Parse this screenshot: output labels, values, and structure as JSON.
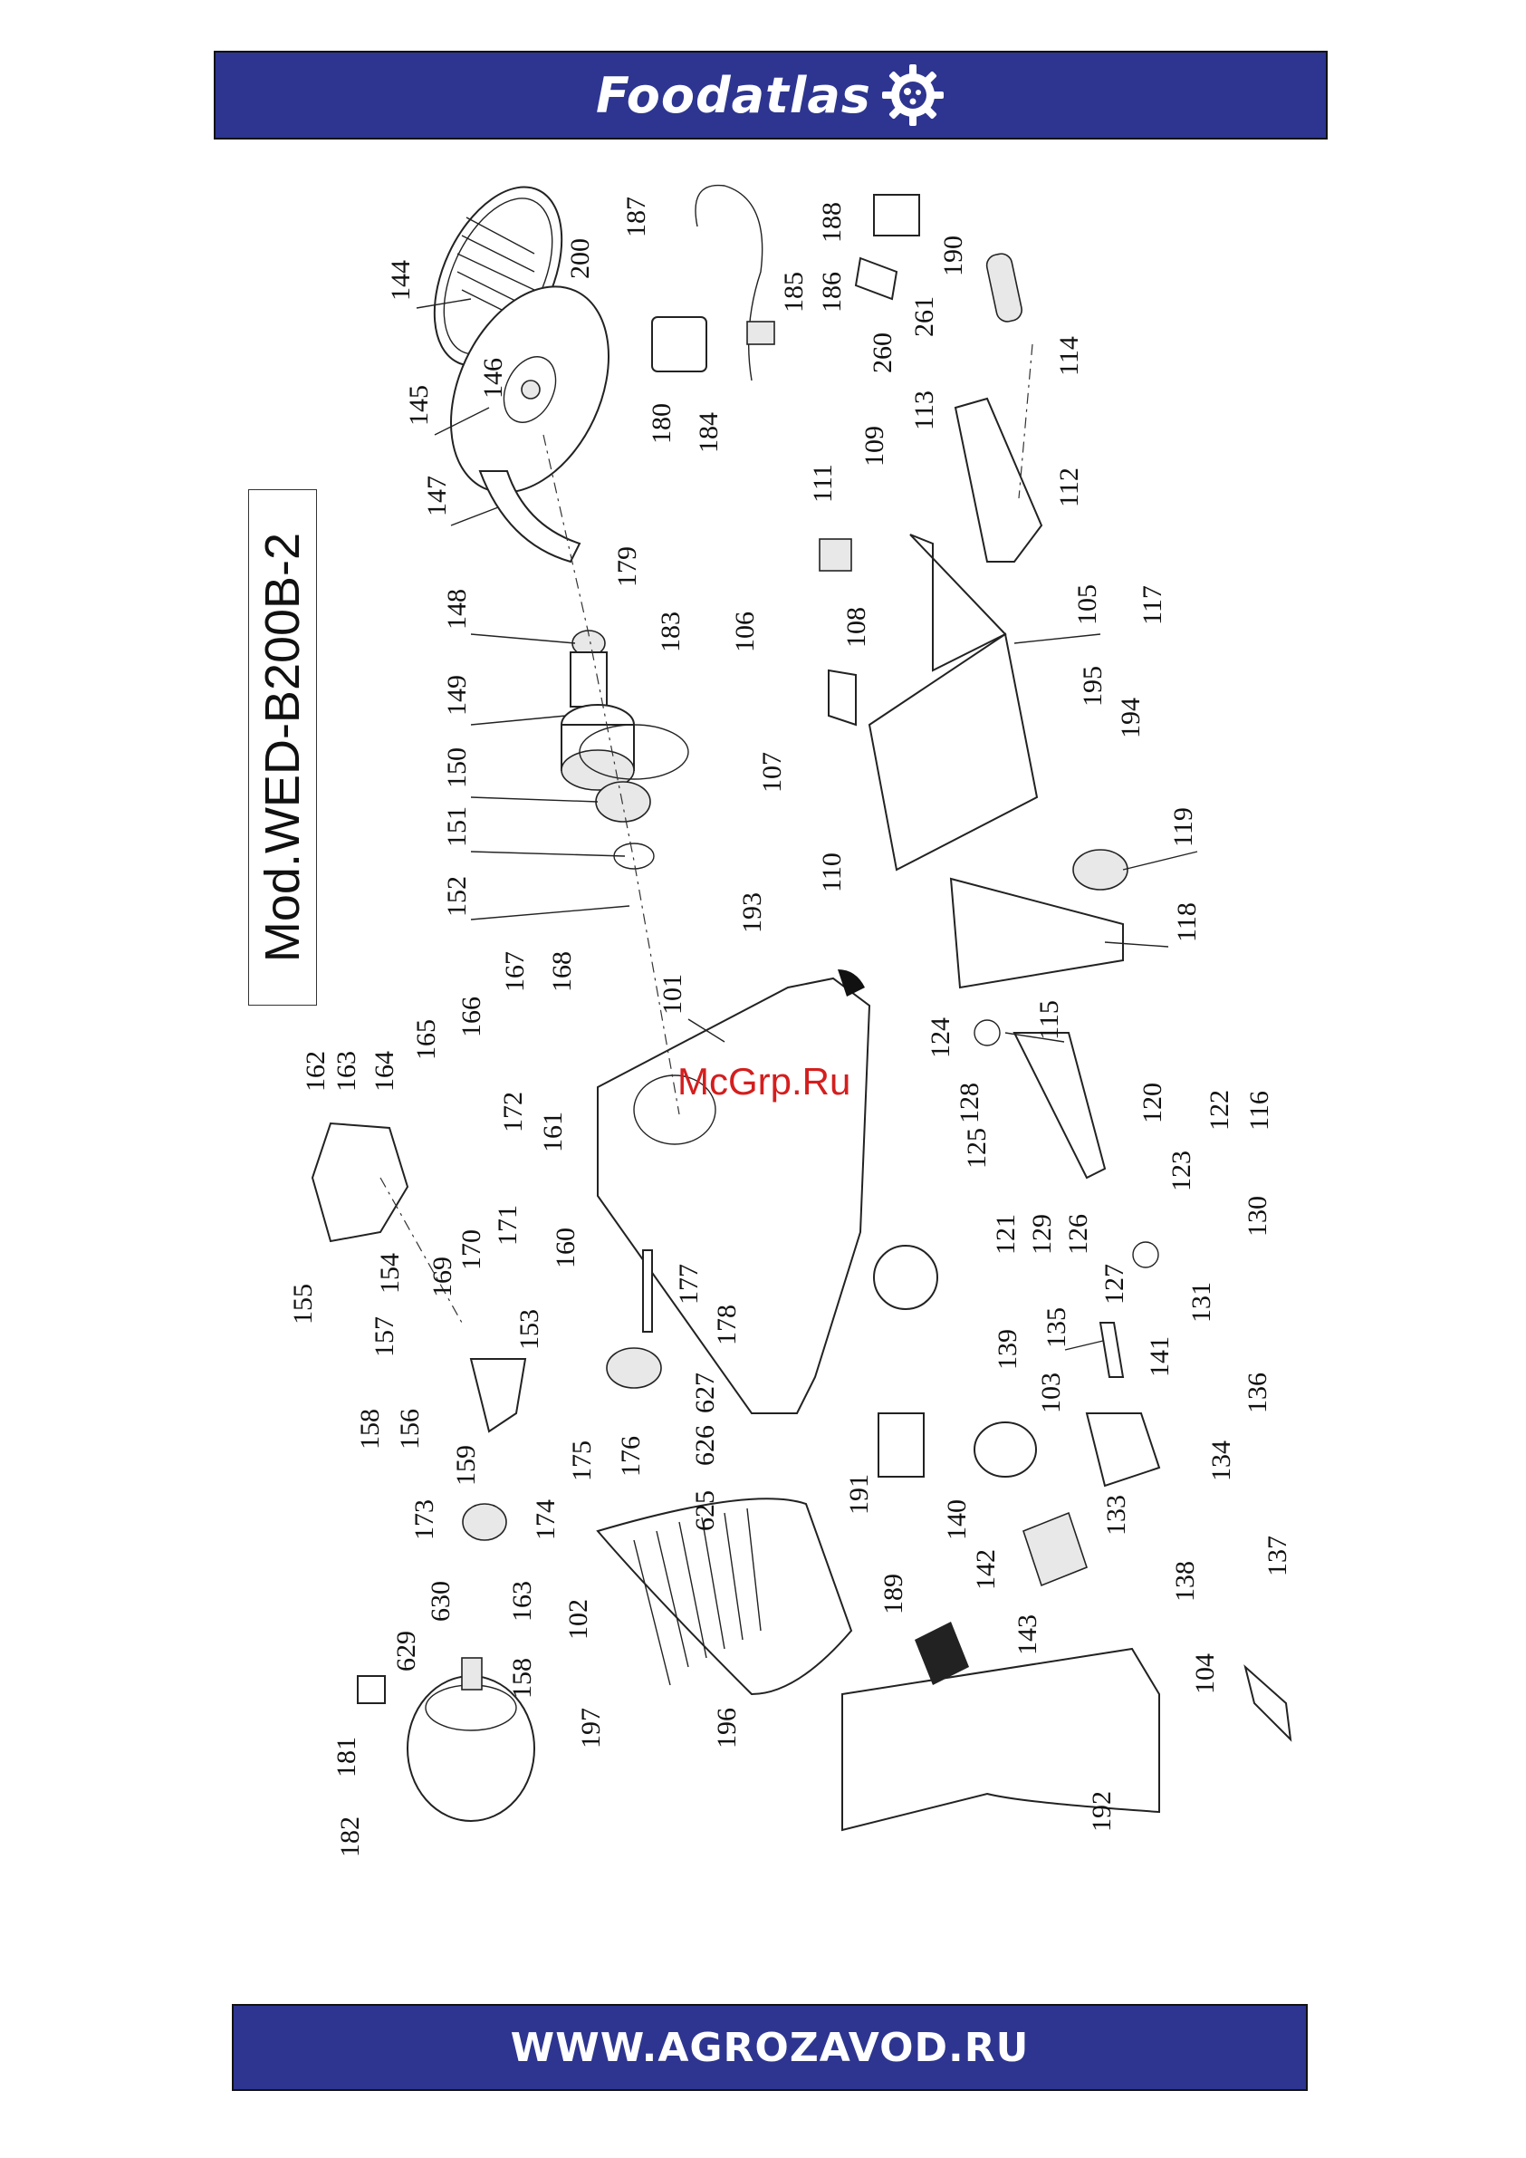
{
  "header": {
    "brand": "Foodatlas",
    "brand_color": "#2d3590",
    "icon": "gear-icon"
  },
  "footer": {
    "url": "WWW.AGROZAVOD.RU",
    "color": "#2d3590"
  },
  "model": {
    "title": "Mod.WED-B200B-2"
  },
  "watermark": {
    "text": "McGrp.Ru",
    "color": "#d41e1e"
  },
  "part_labels": [
    "101",
    "102",
    "103",
    "104",
    "105",
    "106",
    "107",
    "108",
    "109",
    "110",
    "111",
    "112",
    "113",
    "114",
    "115",
    "116",
    "117",
    "118",
    "119",
    "120",
    "121",
    "122",
    "123",
    "124",
    "125",
    "126",
    "127",
    "128",
    "129",
    "130",
    "131",
    "133",
    "134",
    "135",
    "136",
    "137",
    "138",
    "139",
    "140",
    "141",
    "142",
    "143",
    "144",
    "145",
    "146",
    "147",
    "148",
    "149",
    "150",
    "151",
    "152",
    "153",
    "154",
    "155",
    "156",
    "157",
    "158",
    "159",
    "160",
    "161",
    "162",
    "163",
    "164",
    "165",
    "166",
    "167",
    "168",
    "169",
    "170",
    "171",
    "172",
    "173",
    "174",
    "175",
    "176",
    "177",
    "178",
    "179",
    "180",
    "181",
    "182",
    "183",
    "184",
    "185",
    "186",
    "187",
    "188",
    "189",
    "190",
    "191",
    "192",
    "193",
    "194",
    "195",
    "196",
    "197",
    "200",
    "260",
    "261",
    "625",
    "626",
    "627",
    "629",
    "630",
    "163",
    "158"
  ]
}
